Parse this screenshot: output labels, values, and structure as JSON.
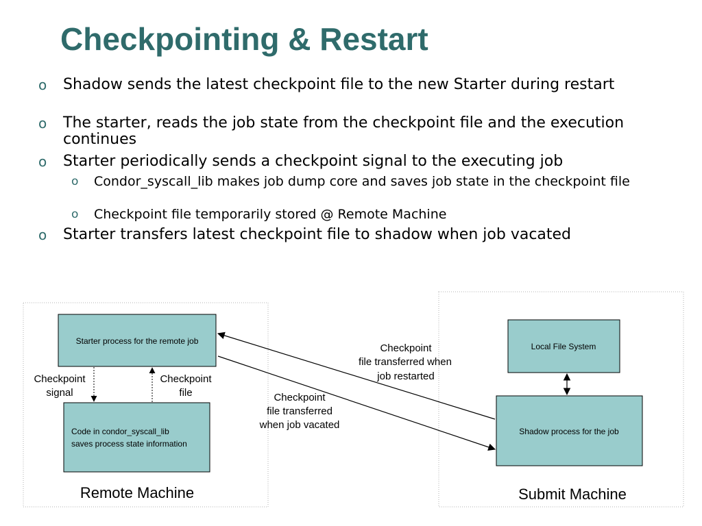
{
  "slide": {
    "title": "Checkpointing & Restart",
    "bullet_marker": "o",
    "bullets": [
      {
        "level": 1,
        "text": "Shadow sends the latest checkpoint file to the new Starter during restart"
      },
      {
        "level": 1,
        "text": "The starter, reads the job state from the checkpoint file and the execution continues"
      },
      {
        "level": 1,
        "text": "Starter periodically sends a checkpoint signal to the executing job"
      },
      {
        "level": 2,
        "text": "Condor_syscall_lib makes job dump core and saves job state in the checkpoint file"
      },
      {
        "level": 2,
        "text": "Checkpoint file temporarily stored @ Remote Machine"
      },
      {
        "level": 1,
        "text": "Starter transfers latest checkpoint file to shadow when job vacated"
      }
    ]
  },
  "diagram": {
    "colors": {
      "box_fill": "#99cccc",
      "title": "#2f6b6b",
      "accent_marker": "#2f6b6b"
    },
    "remote_machine": {
      "label": "Remote Machine",
      "starter_box": "Starter process for  the remote job",
      "code_box": [
        "Code in condor_syscall_lib",
        "saves process state information"
      ],
      "signal_label": [
        "Checkpoint",
        "signal"
      ],
      "file_label": [
        "Checkpoint",
        "file"
      ]
    },
    "submit_machine": {
      "label": "Submit Machine",
      "local_fs_box": "Local File System",
      "shadow_box": "Shadow process for the job"
    },
    "arrow_restart_label": [
      "Checkpoint",
      "file transferred when",
      "job restarted"
    ],
    "arrow_vacate_label": [
      "Checkpoint",
      "file transferred",
      "when job vacated"
    ]
  }
}
